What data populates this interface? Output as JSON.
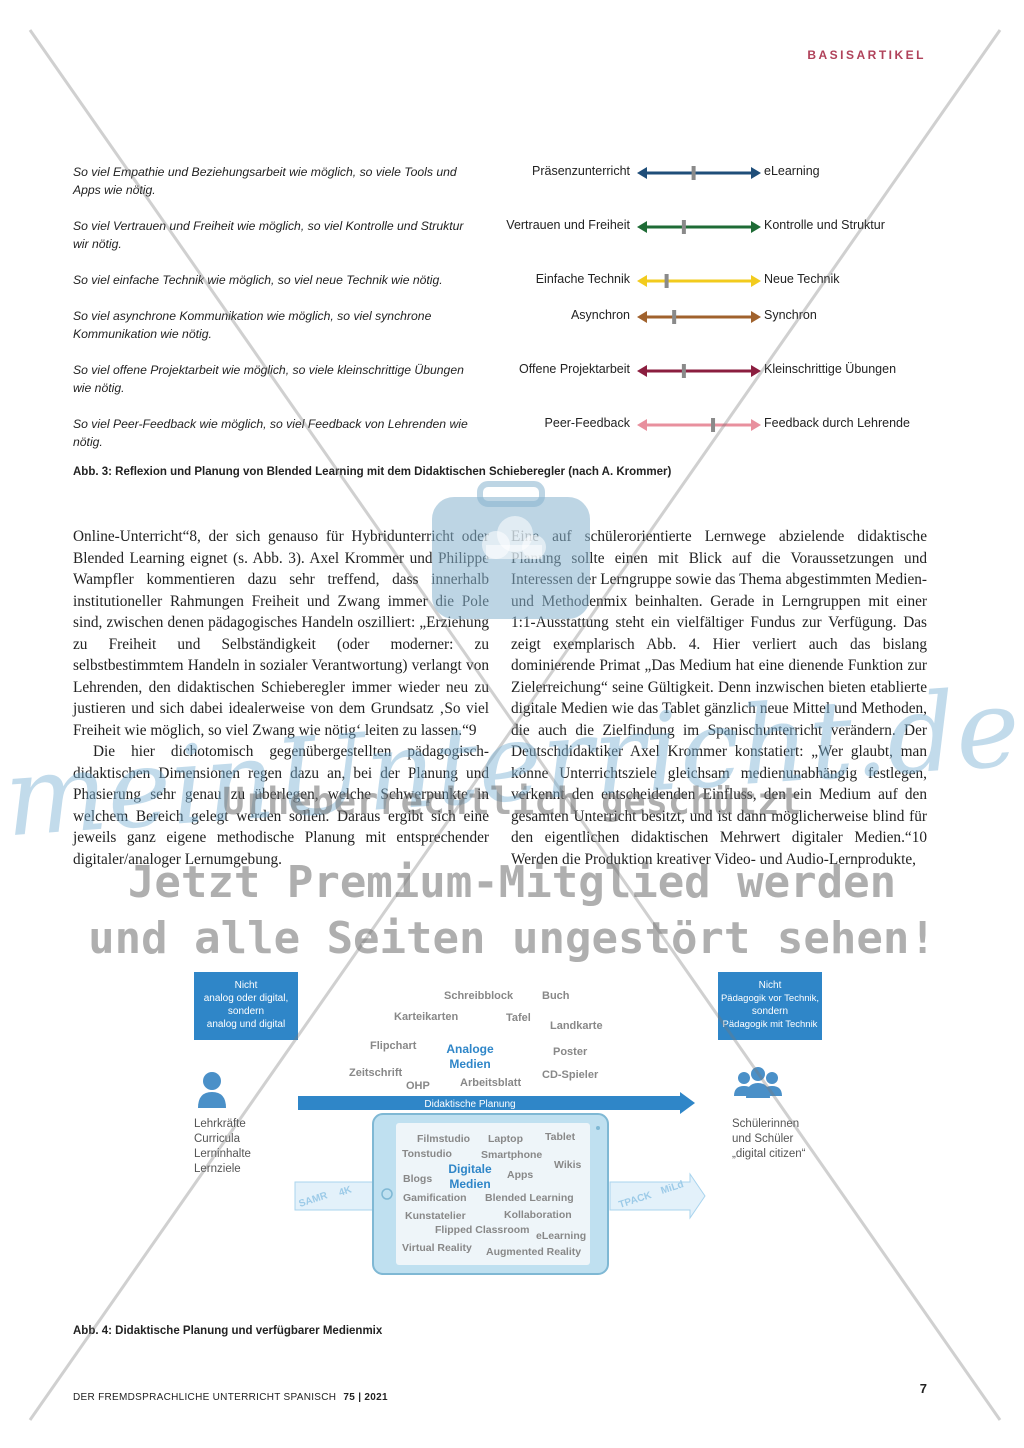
{
  "header": {
    "section_label": "BASISARTIKEL"
  },
  "slider_rows": [
    {
      "quote": "So viel Empathie und Beziehungsarbeit wie möglich, so viele Tools und Apps wie nötig.",
      "left": "Präsenzunterricht",
      "right": "eLearning",
      "color": "#1f4e79",
      "position": 0.45
    },
    {
      "quote": "So viel Vertrauen und Freiheit wie möglich, so viel Kontrolle und Struktur wir nötig.",
      "left": "Vertrauen und Freiheit",
      "right": "Kontrolle und Struktur",
      "color": "#1e6b35",
      "position": 0.36
    },
    {
      "quote": "So viel einfache Technik wie möglich, so viel neue Technik wie nötig.",
      "left": "Einfache Technik",
      "right": "Neue Technik",
      "color": "#f2cb1d",
      "position": 0.2
    },
    {
      "quote": "So viel asynchrone Kommunikation wie möglich, so viel synchrone Kommunikation wie nötig.",
      "left": "Asynchron",
      "right": "Synchron",
      "color": "#a0622d",
      "position": 0.27
    },
    {
      "quote": "So viel offene Projektarbeit wie möglich, so viele kleinschrittige Übungen wie nötig.",
      "left": "Offene Projektarbeit",
      "right": "Kleinschrittige Übungen",
      "color": "#8b1e3f",
      "position": 0.36
    },
    {
      "quote": "So viel Peer-Feedback wie möglich, so viel Feedback von Lehrenden wie nötig.",
      "left": "Peer-Feedback",
      "right": "Feedback durch Lehrende",
      "color": "#e8909e",
      "position": 0.63
    }
  ],
  "captions": {
    "fig3": "Abb. 3: Reflexion und Planung von Blended Learning mit dem Didaktischen Schieberegler (nach A. Krommer)",
    "fig4": "Abb. 4: Didaktische Planung und verfügbarer Medienmix"
  },
  "body": {
    "left_col": [
      "Online-Unterricht“8, der sich genauso für Hybridunterricht oder Blended Learning eignet (s. Abb. 3). Axel Krommer und Philippe Wampfler kommentieren dazu sehr treffend, dass innerhalb institutioneller Rahmungen Freiheit und Zwang immer die Pole sind, zwischen denen pädagogisches Handeln oszilliert: „Erziehung zu Freiheit und Selbständigkeit (oder moderner: zu selbstbestimmtem Handeln in sozialer Verantwortung) verlangt von Lehrenden, den didaktischen Schieberegler immer wieder neu zu justieren und sich dabei idealerweise von dem Grundsatz ‚So viel Freiheit wie möglich, so viel Zwang wie nötig‘ leiten zu lassen.“9",
      "Die hier dichotomisch gegenübergestellten pädagogisch-didaktischen Dimensionen regen dazu an, bei der Planung und Phasierung sehr genau zu überlegen, welche Schwerpunkte in welchem Bereich gelegt werden sollen. Daraus ergibt sich eine jeweils ganz eigene methodische Planung mit entsprechender digitaler/analoger Lernumgebung."
    ],
    "right_col": [
      "Eine auf schülerorientierte Lernwege abzielende didaktische Planung sollte einen mit Blick auf die Voraussetzungen und Interessen der Lerngruppe sowie das Thema abgestimmten Medien- und Methodenmix beinhalten. Gerade in Lerngruppen mit einer 1:1-Ausstattung steht ein vielfältiger Fundus zur Verfügung. Das zeigt exemplarisch Abb. 4. Hier verliert auch das bislang dominierende Primat „Das Medium hat eine dienende Funktion zur Zielerreichung“ seine Gültigkeit. Denn inzwischen bieten etablierte digitale Medien wie das Tablet gänzlich neue Mittel und Methoden, die auch die Zielfindung im Spanischunterricht verändern. Der Deutschdidaktiker Axel Krommer konstatiert: „Wer glaubt, man könne Unterrichtsziele gleichsam medienunabhängig festlegen, verkennt den entscheidenden Einfluss, den ein Medium auf den gesamten Unterricht besitzt, und ist dann möglicherweise blind für den eigentlichen didaktischen Mehrwert digitaler Medien.“10 Werden die Produktion kreativer Video- und Audio-Lernprodukte,"
    ]
  },
  "figure4": {
    "box_left": [
      "Nicht",
      "analog oder digital,",
      "sondern",
      "analog und digital"
    ],
    "box_right": [
      "Nicht",
      "Pädagogik vor Technik,",
      "sondern",
      "Pädagogik mit Technik"
    ],
    "person_left_label": [
      "Lehrkräfte",
      "Curricula",
      "Lerninhalte",
      "Lernziele"
    ],
    "person_right_label": [
      "Schülerinnen",
      "und Schüler",
      "„digital citizen“"
    ],
    "analog_title": [
      "Analoge",
      "Medien"
    ],
    "analog_items": [
      "Schreibblock",
      "Buch",
      "Karteikarten",
      "Tafel",
      "Landkarte",
      "Flipchart",
      "Poster",
      "Zeitschrift",
      "CD-Spieler",
      "OHP",
      "Arbeitsblatt"
    ],
    "planning_arrow": "Didaktische Planung",
    "digital_title": [
      "Digitale",
      "Medien"
    ],
    "digital_items": [
      "Filmstudio",
      "Laptop",
      "Tablet",
      "Tonstudio",
      "Smartphone",
      "Wikis",
      "Blogs",
      "Apps",
      "Gamification",
      "Blended Learning",
      "Kunstatelier",
      "Kollaboration",
      "Flipped Classroom",
      "eLearning",
      "Virtual Reality",
      "Augmented Reality"
    ],
    "left_arrow_labels": [
      "SAMR",
      "4K"
    ],
    "right_arrow_labels": [
      "TPACK",
      "MiLd"
    ]
  },
  "watermark": {
    "logo_text": "meinUnterricht.de",
    "line1": "Urheberrechtlich geschützt",
    "line2": "Jetzt Premium-Mitglied werden",
    "line3": "und alle Seiten ungestört sehen!"
  },
  "footer": {
    "journal": "DER FREMDSPRACHLICHE UNTERRICHT SPANISCH",
    "issue": "75 | 2021",
    "page": "7"
  }
}
